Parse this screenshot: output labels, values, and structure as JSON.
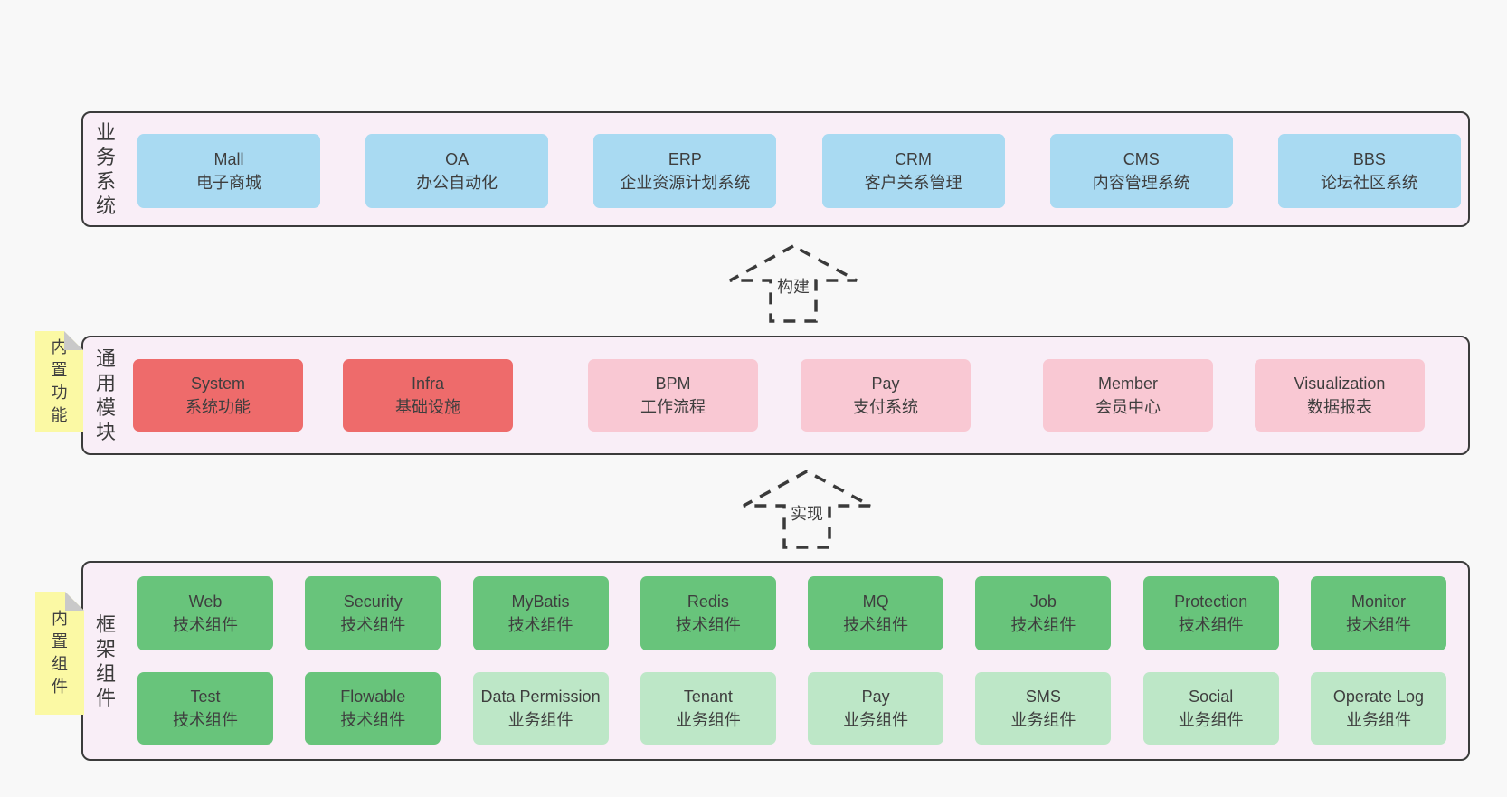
{
  "colors": {
    "page_bg": "#f8f8f8",
    "panel_bg": "#f9eef7",
    "panel_border": "#3b3b3b",
    "box_blue": "#a9daf2",
    "box_red": "#ee6b6b",
    "box_pink": "#f9c8d3",
    "box_green": "#68c47b",
    "box_light_green": "#bde7c7",
    "sticky_yellow": "#fbf9a4",
    "sticky_fold_gray": "#c9c9c9",
    "text": "#3e3e3e"
  },
  "arrows": [
    {
      "label": "构建"
    },
    {
      "label": "实现"
    }
  ],
  "stickies": [
    {
      "label": "内置功能"
    },
    {
      "label": "内置组件"
    }
  ],
  "sections": [
    {
      "label": "业务系统",
      "boxes": [
        {
          "title": "Mall",
          "subtitle": "电子商城",
          "variant": "blue"
        },
        {
          "title": "OA",
          "subtitle": "办公自动化",
          "variant": "blue"
        },
        {
          "title": "ERP",
          "subtitle": "企业资源计划系统",
          "variant": "blue"
        },
        {
          "title": "CRM",
          "subtitle": "客户关系管理",
          "variant": "blue"
        },
        {
          "title": "CMS",
          "subtitle": "内容管理系统",
          "variant": "blue"
        },
        {
          "title": "BBS",
          "subtitle": "论坛社区系统",
          "variant": "blue"
        }
      ]
    },
    {
      "label": "通用模块",
      "boxes": [
        {
          "title": "System",
          "subtitle": "系统功能",
          "variant": "red"
        },
        {
          "title": "Infra",
          "subtitle": "基础设施",
          "variant": "red"
        },
        {
          "title": "BPM",
          "subtitle": "工作流程",
          "variant": "pink"
        },
        {
          "title": "Pay",
          "subtitle": "支付系统",
          "variant": "pink"
        },
        {
          "title": "Member",
          "subtitle": "会员中心",
          "variant": "pink"
        },
        {
          "title": "Visualization",
          "subtitle": "数据报表",
          "variant": "pink"
        }
      ]
    },
    {
      "label": "框架组件",
      "row1": [
        {
          "title": "Web",
          "subtitle": "技术组件",
          "variant": "green"
        },
        {
          "title": "Security",
          "subtitle": "技术组件",
          "variant": "green"
        },
        {
          "title": "MyBatis",
          "subtitle": "技术组件",
          "variant": "green"
        },
        {
          "title": "Redis",
          "subtitle": "技术组件",
          "variant": "green"
        },
        {
          "title": "MQ",
          "subtitle": "技术组件",
          "variant": "green"
        },
        {
          "title": "Job",
          "subtitle": "技术组件",
          "variant": "green"
        },
        {
          "title": "Protection",
          "subtitle": "技术组件",
          "variant": "green"
        },
        {
          "title": "Monitor",
          "subtitle": "技术组件",
          "variant": "green"
        }
      ],
      "row2": [
        {
          "title": "Test",
          "subtitle": "技术组件",
          "variant": "green"
        },
        {
          "title": "Flowable",
          "subtitle": "技术组件",
          "variant": "green"
        },
        {
          "title": "Data Permission",
          "subtitle": "业务组件",
          "variant": "light-green"
        },
        {
          "title": "Tenant",
          "subtitle": "业务组件",
          "variant": "light-green"
        },
        {
          "title": "Pay",
          "subtitle": "业务组件",
          "variant": "light-green"
        },
        {
          "title": "SMS",
          "subtitle": "业务组件",
          "variant": "light-green"
        },
        {
          "title": "Social",
          "subtitle": "业务组件",
          "variant": "light-green"
        },
        {
          "title": "Operate Log",
          "subtitle": "业务组件",
          "variant": "light-green"
        }
      ]
    }
  ]
}
